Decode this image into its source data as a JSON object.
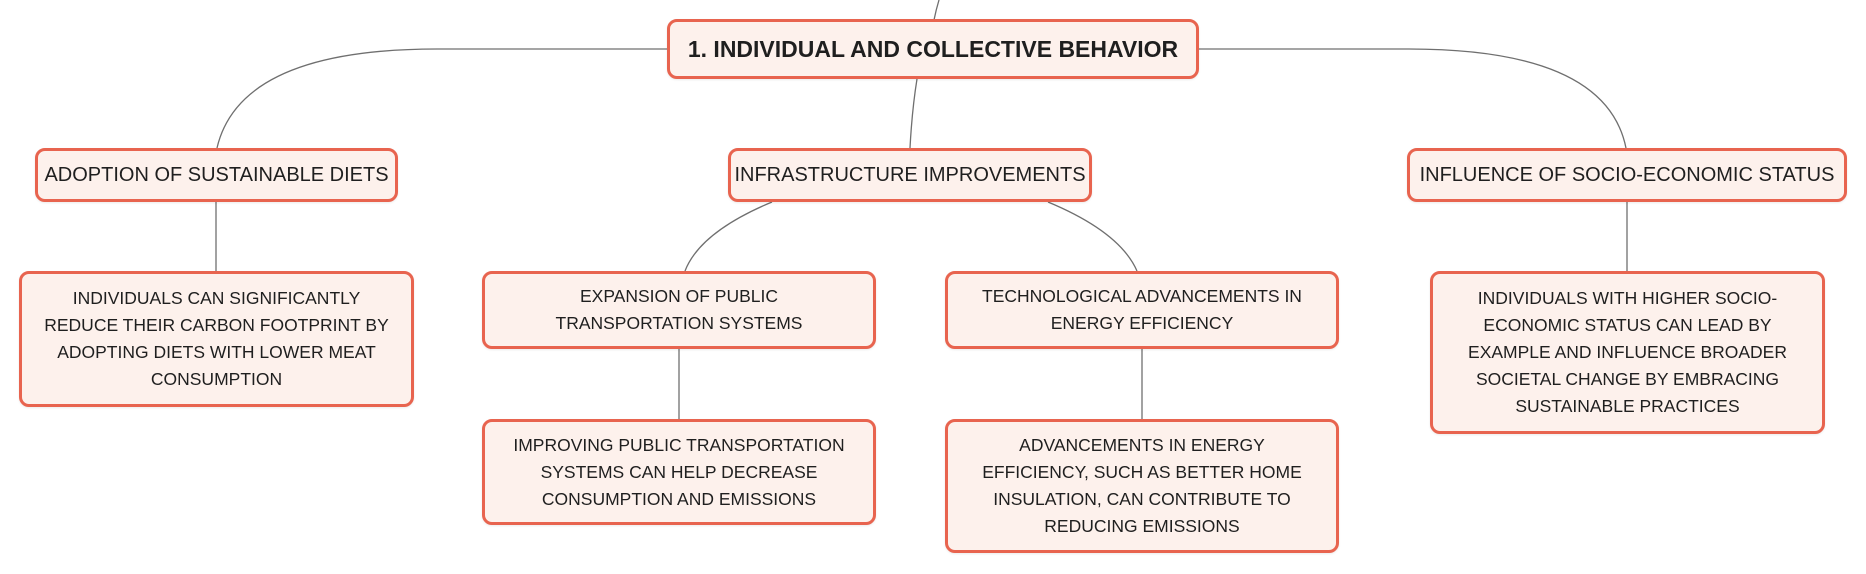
{
  "colors": {
    "node_border": "#e8644f",
    "node_fill": "#fdf1ec",
    "connector": "#6f6f6f",
    "text": "#1f1f1f"
  },
  "root": {
    "label": "1. INDIVIDUAL AND COLLECTIVE BEHAVIOR"
  },
  "branches": [
    {
      "label": "ADOPTION OF SUSTAINABLE DIETS",
      "details": [
        "INDIVIDUALS CAN SIGNIFICANTLY REDUCE THEIR CARBON FOOTPRINT BY ADOPTING DIETS WITH LOWER MEAT CONSUMPTION"
      ]
    },
    {
      "label": "INFRASTRUCTURE IMPROVEMENTS",
      "children": [
        {
          "label": "EXPANSION OF PUBLIC TRANSPORTATION SYSTEMS",
          "details": [
            "IMPROVING PUBLIC TRANSPORTATION SYSTEMS CAN HELP DECREASE CONSUMPTION AND EMISSIONS"
          ]
        },
        {
          "label": "TECHNOLOGICAL ADVANCEMENTS IN ENERGY EFFICIENCY",
          "details": [
            "ADVANCEMENTS IN ENERGY EFFICIENCY, SUCH AS BETTER HOME INSULATION, CAN CONTRIBUTE TO REDUCING EMISSIONS"
          ]
        }
      ]
    },
    {
      "label": "INFLUENCE OF SOCIO-ECONOMIC STATUS",
      "details": [
        "INDIVIDUALS WITH HIGHER SOCIO-ECONOMIC STATUS CAN LEAD BY EXAMPLE AND INFLUENCE BROADER SOCIETAL CHANGE BY EMBRACING SUSTAINABLE PRACTICES"
      ]
    }
  ]
}
